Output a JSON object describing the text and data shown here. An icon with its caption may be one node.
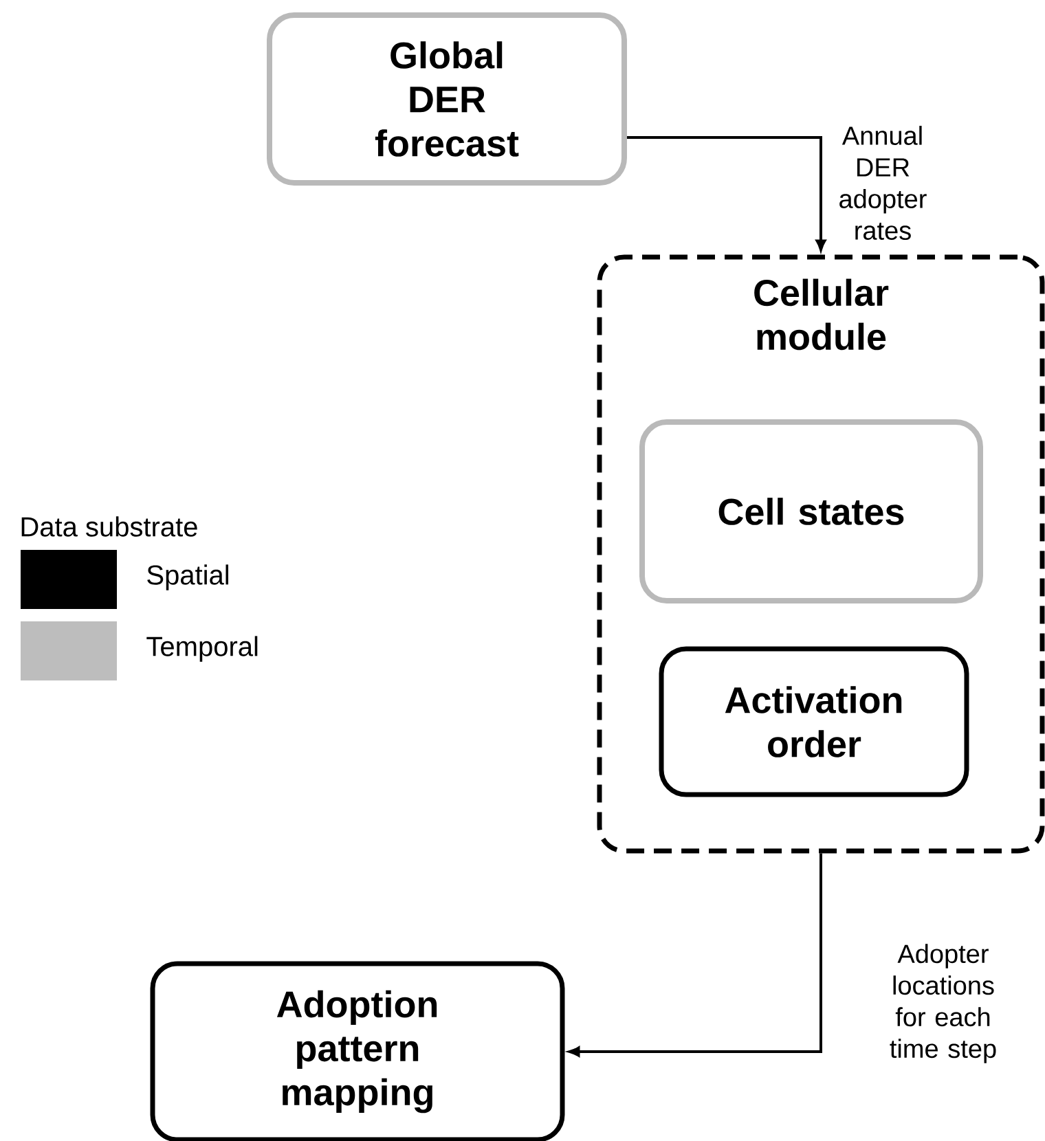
{
  "diagram": {
    "nodes": [
      {
        "text": [
          "Global DER forecast"
        ]
      },
      {
        "text": [
          "Cellular module"
        ]
      },
      {
        "text": [
          "Cell states"
        ],
        "in": 1
      },
      {
        "text": [
          "Activation order"
        ],
        "in": 1
      },
      {
        "text": [
          "Adoption pattern mapping"
        ]
      }
    ],
    "edges": [
      {
        "from": 0,
        "to": 1,
        "arrow": "to",
        "label": "Annual DER adopter rates"
      },
      {
        "from": 1,
        "to": 4,
        "arrow": "to",
        "label": "Adopter locations for each time step"
      }
    ],
    "labels": [
      "Data substrate"
    ],
    "legend": [
      {
        "text": "Spatial",
        "color": "#000000"
      },
      {
        "text": "Temporal",
        "color": "#bdbdbd"
      }
    ]
  }
}
